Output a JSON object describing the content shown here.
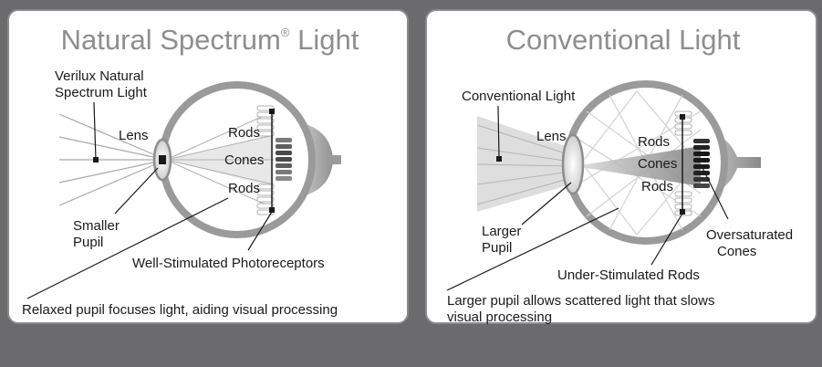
{
  "left_panel": {
    "title": "Natural Spectrum",
    "title_mark": "®",
    "title_suffix": " Light",
    "source_label_1": "Verilux Natural",
    "source_label_2": "Spectrum Light",
    "lens": "Lens",
    "rods_top": "Rods",
    "cones": "Cones",
    "rods_bottom": "Rods",
    "pupil_1": "Smaller",
    "pupil_2": "Pupil",
    "photoreceptors": "Well-Stimulated Photoreceptors",
    "caption": "Relaxed pupil focuses light, aiding visual processing"
  },
  "right_panel": {
    "title": "Conventional Light",
    "source_label": "Conventional Light",
    "lens": "Lens",
    "rods_top": "Rods",
    "cones": "Cones",
    "rods_bottom": "Rods",
    "pupil_1": "Larger",
    "pupil_2": "Pupil",
    "oversat_1": "Oversaturated",
    "oversat_2": "Cones",
    "under_rods": "Under-Stimulated Rods",
    "caption_1": "Larger pupil allows scattered light that slows",
    "caption_2": "visual processing"
  },
  "colors": {
    "background": "#6b6b6d",
    "panel": "#ffffff",
    "eye": "#9a9a9a",
    "title": "#8e8e8e"
  }
}
